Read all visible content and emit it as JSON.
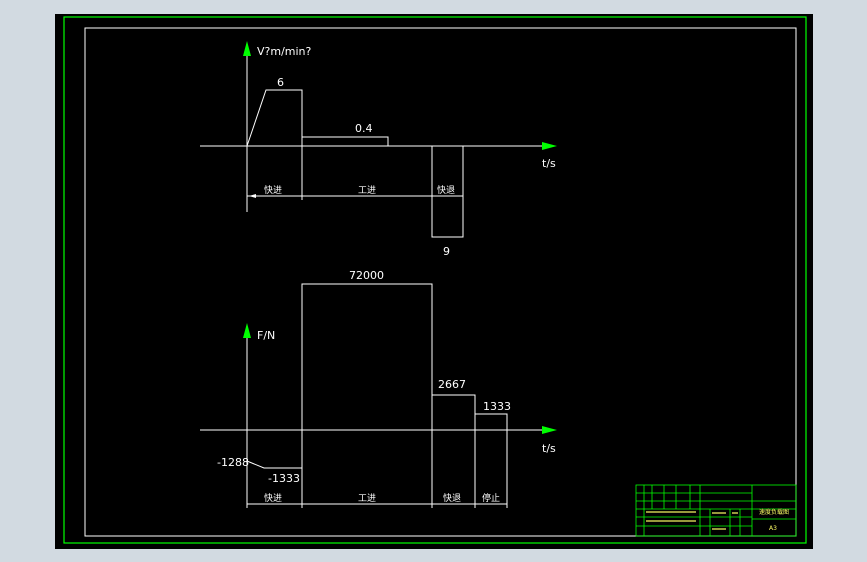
{
  "colors": {
    "background": "#d2dae1",
    "drawing_area": "#000000",
    "frame": "#00ff00",
    "lines": "#ffffff",
    "arrows": "#00ff00",
    "title_text": "#ffff66"
  },
  "velocity_chart": {
    "y_axis_label": "V?m/min?",
    "x_axis_label": "t/s",
    "values": {
      "fast_forward": "6",
      "work_feed": "0.4",
      "fast_return": "9"
    },
    "phases": [
      "快进",
      "工进",
      "快退"
    ]
  },
  "force_chart": {
    "y_axis_label": "F/N",
    "x_axis_label": "t/s",
    "values": {
      "start": "-1288",
      "fast_forward": "-1333",
      "work_feed": "72000",
      "fast_return": "2667",
      "stop": "1333"
    },
    "phases": [
      "快进",
      "工进",
      "快退",
      "停止"
    ]
  },
  "title_block": {
    "drawing_title": "速度负载图",
    "sheet": "A3"
  }
}
